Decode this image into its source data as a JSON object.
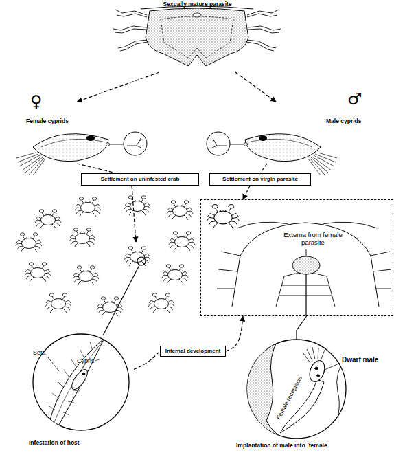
{
  "diagram": {
    "nodes": [
      {
        "text": [
          "Sexually mature parasite"
        ]
      },
      {
        "text": [
          "Female cyprids"
        ]
      },
      {
        "text": [
          "Male cyprids"
        ]
      },
      {
        "text": [
          "Settlement on uninfested crab"
        ]
      },
      {
        "text": [
          "Settlement on virgin parasite"
        ]
      },
      {
        "text": [
          "Externa from female parasite"
        ]
      },
      {
        "text": [
          "Seta",
          "Cypris",
          "Infestation of host"
        ]
      },
      {
        "text": [
          "Internal development"
        ]
      },
      {
        "text": [
          "Dwarf male",
          "Female receptacle",
          "Implantation of male into `female"
        ]
      }
    ],
    "edges": [
      {
        "from": 0,
        "to": 1,
        "arrow": "to"
      },
      {
        "from": 0,
        "to": 2,
        "arrow": "to"
      },
      {
        "from": 1,
        "to": 3,
        "arrow": "none"
      },
      {
        "from": 2,
        "to": 4,
        "arrow": "none"
      },
      {
        "from": 4,
        "to": 5,
        "arrow": "to"
      },
      {
        "from": 6,
        "to": 7,
        "arrow": "none"
      },
      {
        "from": 7,
        "to": 5,
        "arrow": "to"
      },
      {
        "from": 5,
        "to": 8,
        "arrow": "none"
      }
    ],
    "labels": [
      "♀",
      "♂"
    ]
  }
}
